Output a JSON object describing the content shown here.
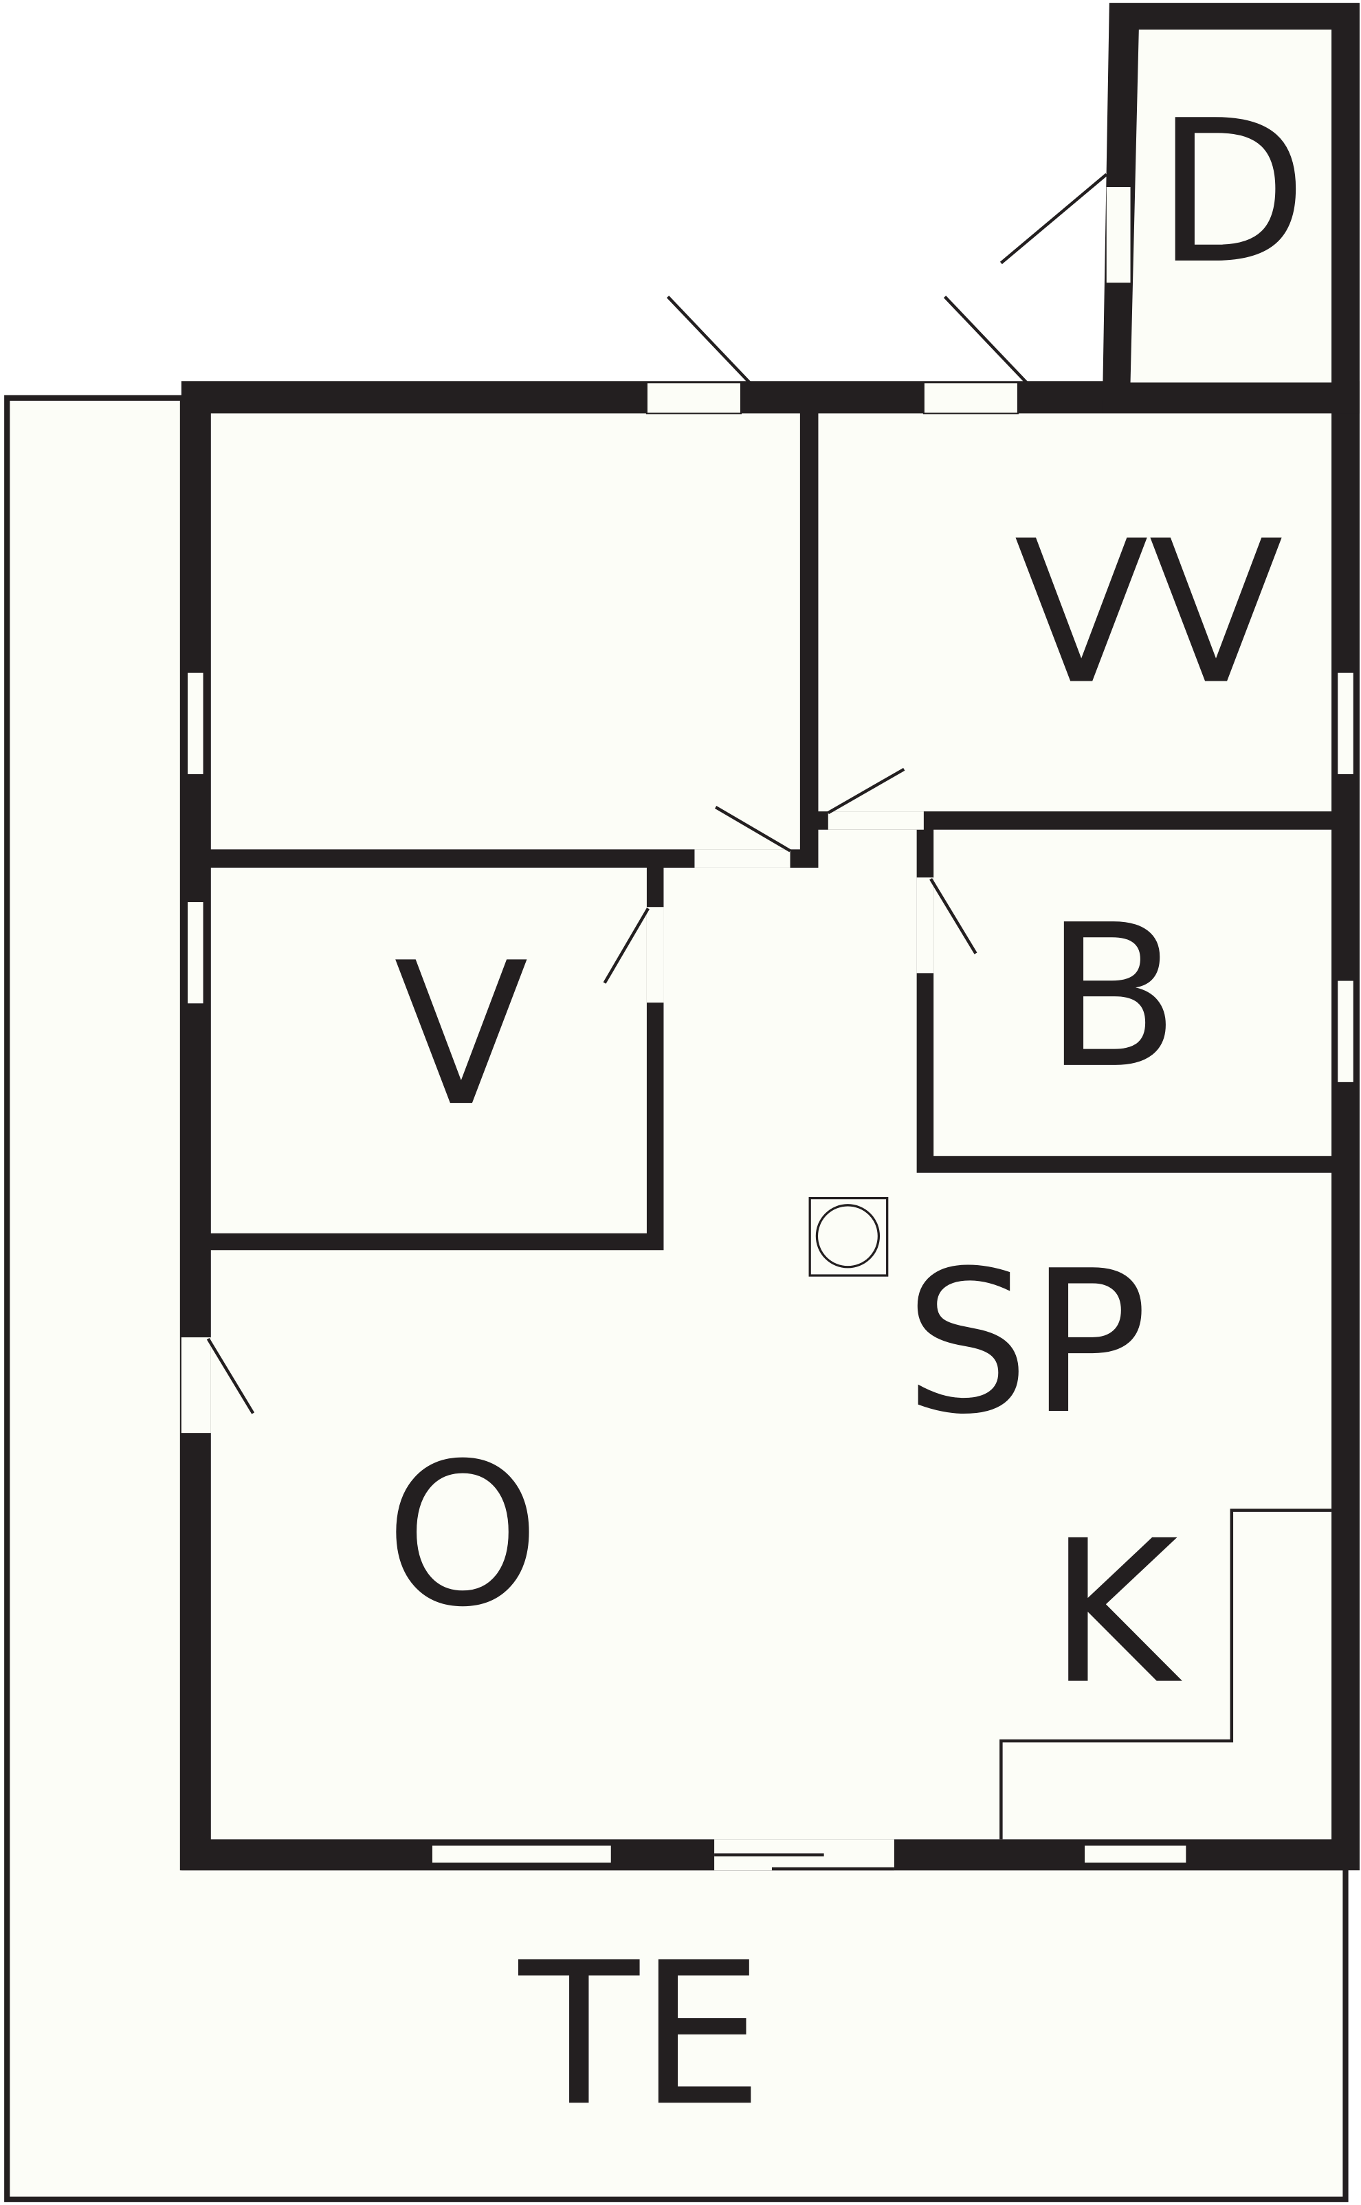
{
  "floorplan": {
    "rooms": {
      "d": "D",
      "vv": "VV",
      "b": "B",
      "v": "V",
      "sp": "SP",
      "o": "O",
      "k": "K",
      "te": "TE"
    },
    "colors": {
      "wall": "#231f20",
      "floor": "#fcfdf7",
      "opening": "#fcfdf7"
    }
  }
}
